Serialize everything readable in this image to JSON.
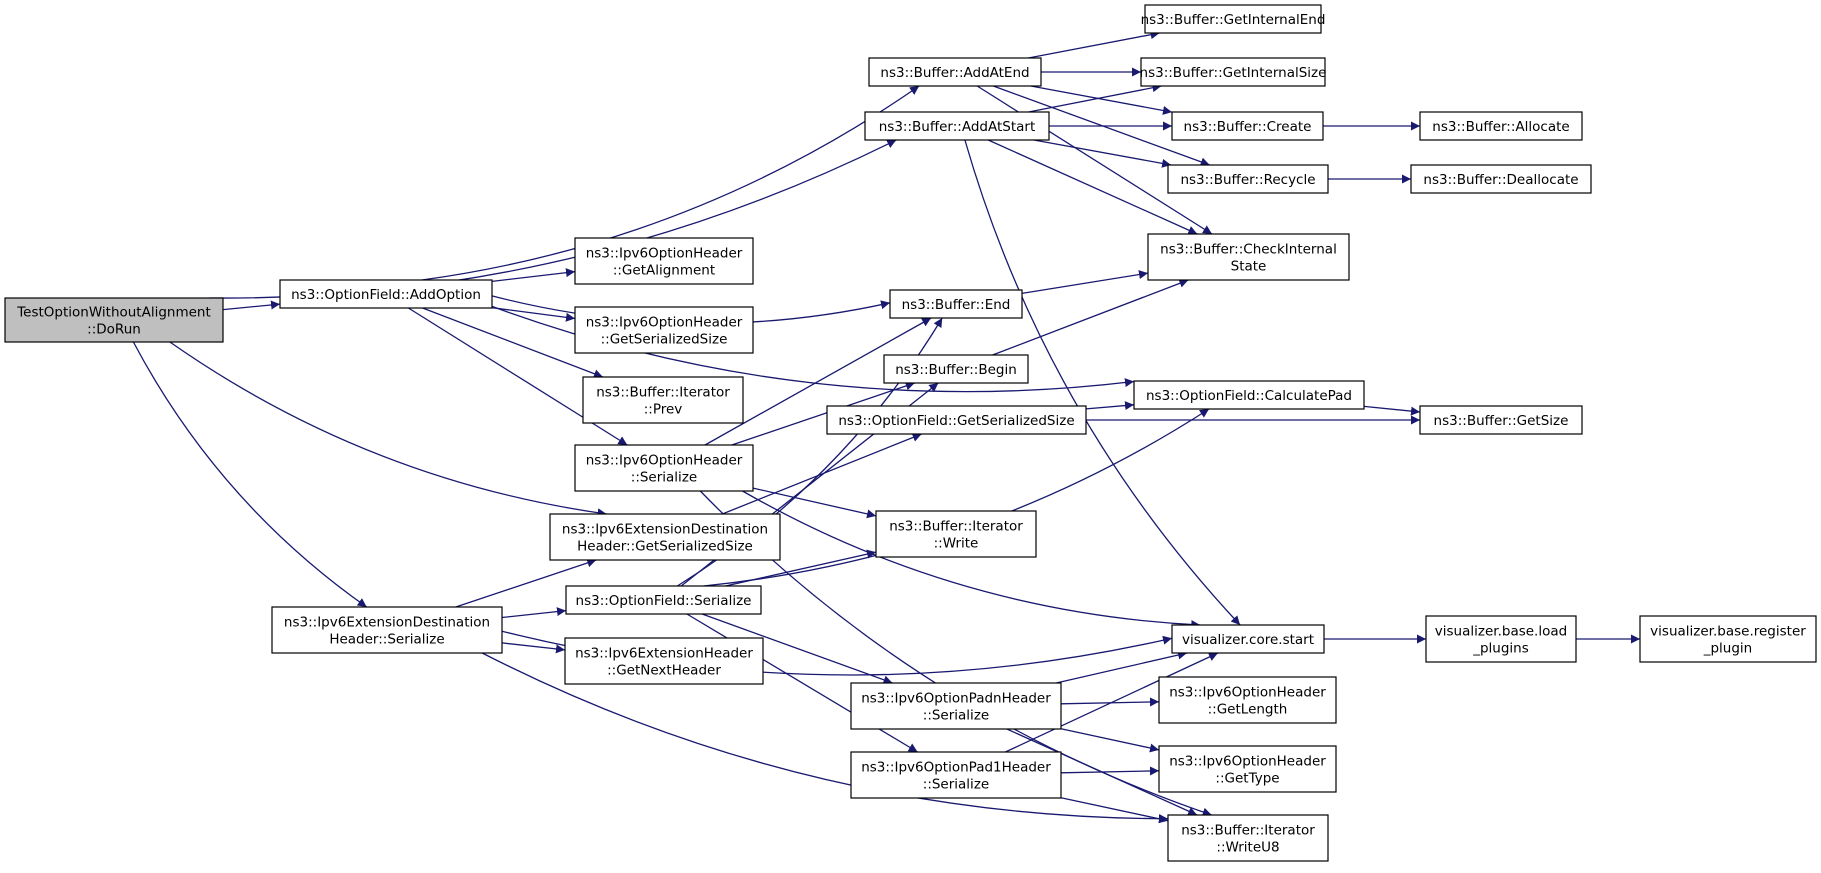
{
  "colors": {
    "edge": "#191970",
    "node_fill": "#ffffff",
    "root_fill": "#bfbfbf",
    "border": "#000000"
  },
  "nodes": [
    {
      "id": "root",
      "lines": [
        "TestOptionWithoutAlignment",
        "::DoRun"
      ],
      "root": true
    },
    {
      "id": "addOption",
      "lines": [
        "ns3::OptionField::AddOption"
      ]
    },
    {
      "id": "extDestSerialize",
      "lines": [
        "ns3::Ipv6ExtensionDestination",
        "Header::Serialize"
      ]
    },
    {
      "id": "getAlignment",
      "lines": [
        "ns3::Ipv6OptionHeader",
        "::GetAlignment"
      ]
    },
    {
      "id": "optHdrGetSerSize",
      "lines": [
        "ns3::Ipv6OptionHeader",
        "::GetSerializedSize"
      ]
    },
    {
      "id": "iterPrev",
      "lines": [
        "ns3::Buffer::Iterator",
        "::Prev"
      ]
    },
    {
      "id": "optHdrSerialize",
      "lines": [
        "ns3::Ipv6OptionHeader",
        "::Serialize"
      ]
    },
    {
      "id": "extDestGetSerSize",
      "lines": [
        "ns3::Ipv6ExtensionDestination",
        "Header::GetSerializedSize"
      ]
    },
    {
      "id": "optFieldSerialize",
      "lines": [
        "ns3::OptionField::Serialize"
      ]
    },
    {
      "id": "getNextHeader",
      "lines": [
        "ns3::Ipv6ExtensionHeader",
        "::GetNextHeader"
      ]
    },
    {
      "id": "addAtEnd",
      "lines": [
        "ns3::Buffer::AddAtEnd"
      ]
    },
    {
      "id": "addAtStart",
      "lines": [
        "ns3::Buffer::AddAtStart"
      ]
    },
    {
      "id": "bufEnd",
      "lines": [
        "ns3::Buffer::End"
      ]
    },
    {
      "id": "bufBegin",
      "lines": [
        "ns3::Buffer::Begin"
      ]
    },
    {
      "id": "optFieldGetSerSize",
      "lines": [
        "ns3::OptionField::GetSerializedSize"
      ]
    },
    {
      "id": "iterWrite",
      "lines": [
        "ns3::Buffer::Iterator",
        "::Write"
      ]
    },
    {
      "id": "padnSerialize",
      "lines": [
        "ns3::Ipv6OptionPadnHeader",
        "::Serialize"
      ]
    },
    {
      "id": "pad1Serialize",
      "lines": [
        "ns3::Ipv6OptionPad1Header",
        "::Serialize"
      ]
    },
    {
      "id": "getInternalEnd",
      "lines": [
        "ns3::Buffer::GetInternalEnd"
      ]
    },
    {
      "id": "getInternalSize",
      "lines": [
        "ns3::Buffer::GetInternalSize"
      ]
    },
    {
      "id": "bufCreate",
      "lines": [
        "ns3::Buffer::Create"
      ]
    },
    {
      "id": "bufRecycle",
      "lines": [
        "ns3::Buffer::Recycle"
      ]
    },
    {
      "id": "checkInternal",
      "lines": [
        "ns3::Buffer::CheckInternal",
        "State"
      ]
    },
    {
      "id": "calcPad",
      "lines": [
        "ns3::OptionField::CalculatePad"
      ]
    },
    {
      "id": "vizStart",
      "lines": [
        "visualizer.core.start"
      ]
    },
    {
      "id": "getLength",
      "lines": [
        "ns3::Ipv6OptionHeader",
        "::GetLength"
      ]
    },
    {
      "id": "getType",
      "lines": [
        "ns3::Ipv6OptionHeader",
        "::GetType"
      ]
    },
    {
      "id": "writeU8",
      "lines": [
        "ns3::Buffer::Iterator",
        "::WriteU8"
      ]
    },
    {
      "id": "bufAllocate",
      "lines": [
        "ns3::Buffer::Allocate"
      ]
    },
    {
      "id": "bufDeallocate",
      "lines": [
        "ns3::Buffer::Deallocate"
      ]
    },
    {
      "id": "bufGetSize",
      "lines": [
        "ns3::Buffer::GetSize"
      ]
    },
    {
      "id": "loadPlugins",
      "lines": [
        "visualizer.base.load",
        "_plugins"
      ]
    },
    {
      "id": "registerPlugin",
      "lines": [
        "visualizer.base.register",
        "_plugin"
      ]
    }
  ],
  "edges": [
    [
      "root",
      "addAtStart"
    ],
    [
      "root",
      "addOption"
    ],
    [
      "root",
      "extDestGetSerSize"
    ],
    [
      "root",
      "extDestSerialize"
    ],
    [
      "addOption",
      "addAtEnd"
    ],
    [
      "addOption",
      "bufEnd"
    ],
    [
      "addOption",
      "calcPad"
    ],
    [
      "addOption",
      "getAlignment"
    ],
    [
      "addOption",
      "optHdrGetSerSize"
    ],
    [
      "addOption",
      "iterPrev"
    ],
    [
      "addOption",
      "optHdrSerialize"
    ],
    [
      "extDestSerialize",
      "extDestGetSerSize"
    ],
    [
      "extDestSerialize",
      "optFieldSerialize"
    ],
    [
      "extDestSerialize",
      "getNextHeader"
    ],
    [
      "extDestSerialize",
      "vizStart"
    ],
    [
      "extDestSerialize",
      "writeU8"
    ],
    [
      "optHdrSerialize",
      "bufEnd"
    ],
    [
      "optHdrSerialize",
      "bufBegin"
    ],
    [
      "optHdrSerialize",
      "iterWrite"
    ],
    [
      "optHdrSerialize",
      "vizStart"
    ],
    [
      "optHdrSerialize",
      "writeU8"
    ],
    [
      "extDestGetSerSize",
      "optFieldGetSerSize"
    ],
    [
      "optFieldSerialize",
      "bufEnd"
    ],
    [
      "optFieldSerialize",
      "bufBegin"
    ],
    [
      "optFieldSerialize",
      "iterWrite"
    ],
    [
      "optFieldSerialize",
      "calcPad"
    ],
    [
      "optFieldSerialize",
      "padnSerialize"
    ],
    [
      "optFieldSerialize",
      "pad1Serialize"
    ],
    [
      "addAtEnd",
      "getInternalEnd"
    ],
    [
      "addAtEnd",
      "getInternalSize"
    ],
    [
      "addAtEnd",
      "bufCreate"
    ],
    [
      "addAtEnd",
      "bufRecycle"
    ],
    [
      "addAtEnd",
      "checkInternal"
    ],
    [
      "addAtStart",
      "getInternalSize"
    ],
    [
      "addAtStart",
      "bufCreate"
    ],
    [
      "addAtStart",
      "bufRecycle"
    ],
    [
      "addAtStart",
      "checkInternal"
    ],
    [
      "addAtStart",
      "vizStart"
    ],
    [
      "bufEnd",
      "checkInternal"
    ],
    [
      "bufBegin",
      "checkInternal"
    ],
    [
      "optFieldGetSerSize",
      "calcPad"
    ],
    [
      "optFieldGetSerSize",
      "bufGetSize"
    ],
    [
      "padnSerialize",
      "vizStart"
    ],
    [
      "padnSerialize",
      "getLength"
    ],
    [
      "padnSerialize",
      "getType"
    ],
    [
      "padnSerialize",
      "writeU8"
    ],
    [
      "pad1Serialize",
      "vizStart"
    ],
    [
      "pad1Serialize",
      "getType"
    ],
    [
      "pad1Serialize",
      "writeU8"
    ],
    [
      "bufCreate",
      "bufAllocate"
    ],
    [
      "bufRecycle",
      "bufDeallocate"
    ],
    [
      "calcPad",
      "bufGetSize"
    ],
    [
      "vizStart",
      "loadPlugins"
    ],
    [
      "loadPlugins",
      "registerPlugin"
    ]
  ]
}
